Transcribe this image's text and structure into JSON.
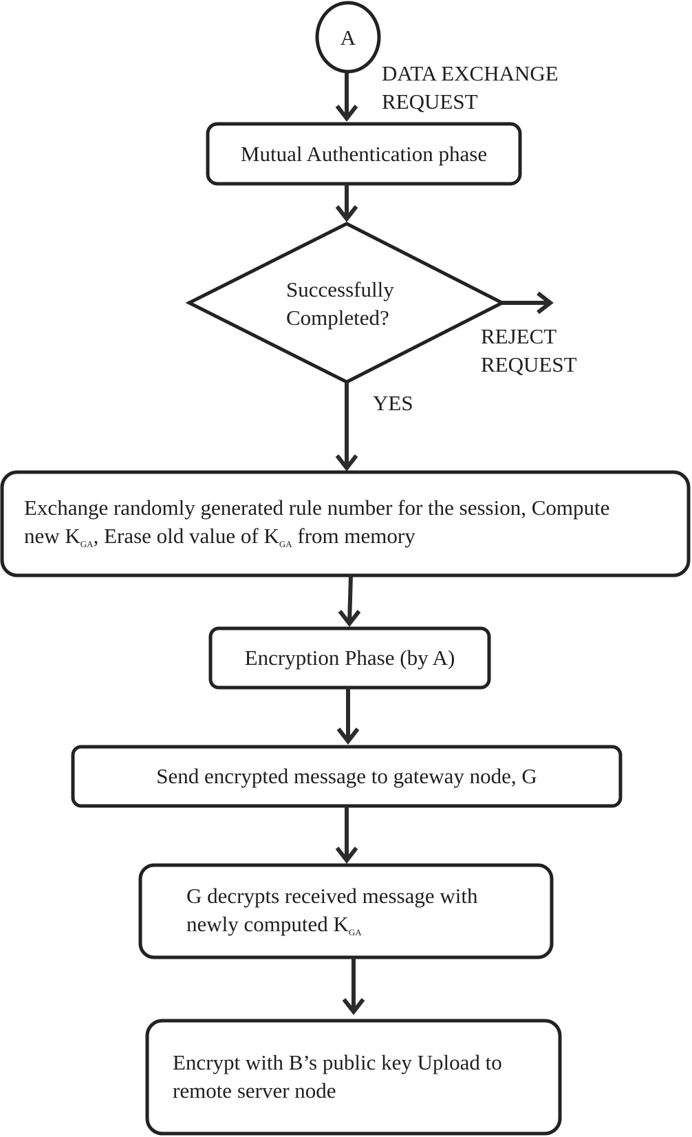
{
  "diagram": {
    "start": {
      "label": "A"
    },
    "annotations": {
      "data_exchange_line1": "DATA EXCHANGE",
      "data_exchange_line2": "REQUEST",
      "reject_line1": "REJECT",
      "reject_line2": "REQUEST",
      "yes": "YES"
    },
    "steps": {
      "mutual_auth": "Mutual Authentication phase",
      "decision_line1": "Successfully",
      "decision_line2": "Completed?",
      "exchange_line1": "Exchange randomly generated rule number for the session, Compute",
      "exchange_line2_a": "new K",
      "exchange_line2_sub1": "GA",
      "exchange_line2_b": ", Erase old value of K",
      "exchange_line2_sub2": "GA",
      "exchange_line2_c": " from memory",
      "encryption": "Encryption Phase (by A)",
      "send": "Send encrypted message to gateway node, G",
      "decrypt_line1": "G decrypts received message with",
      "decrypt_line2": "newly computed K",
      "decrypt_sub": "GA",
      "upload_line1": "Encrypt with B’s public key Upload to",
      "upload_line2": "remote server node"
    }
  }
}
